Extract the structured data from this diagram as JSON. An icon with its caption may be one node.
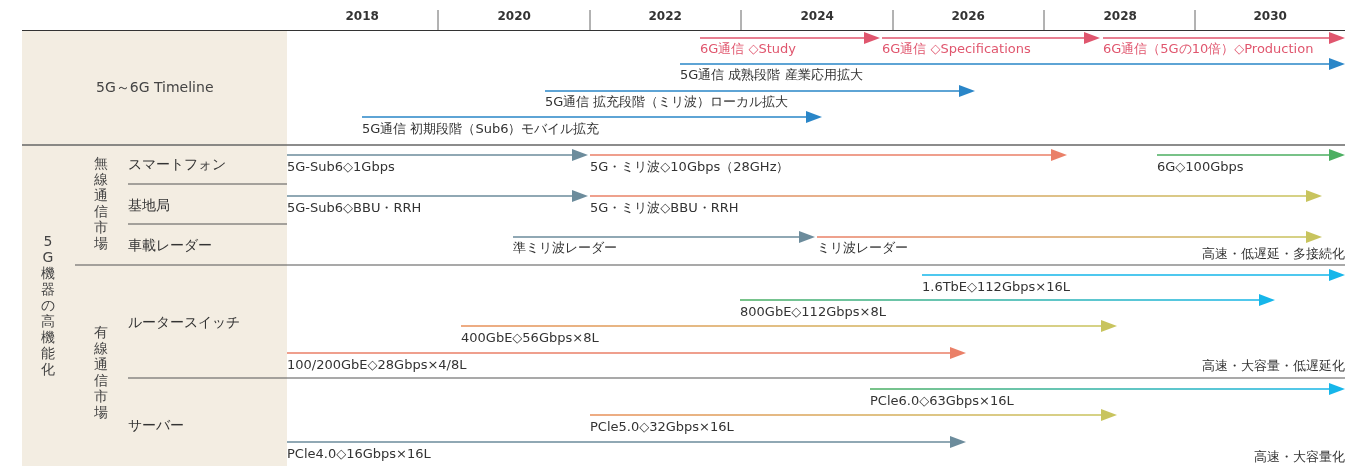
{
  "diagram": {
    "title": "5G～6G Timeline",
    "labels": [
      "2018",
      "2020",
      "2022",
      "2024",
      "2026",
      "2028",
      "2030",
      "6G通信 ◇Study",
      "6G通信 ◇Specifications",
      "6G通信（5Gの10倍）◇Production",
      "5G通信 成熟段階 産業応用拡大",
      "5G通信 拡充段階（ミリ波）ローカル拡大",
      "5G通信 初期段階（Sub6）モバイル拡充",
      "5G機器の高機能化",
      "無線通信市場",
      "スマートフォン",
      "5G-Sub6◇1Gbps",
      "5G・ミリ波◇10Gbps（28GHz）",
      "6G◇100Gbps",
      "基地局",
      "5G-Sub6◇BBU・RRH",
      "5G・ミリ波◇BBU・RRH",
      "車載レーダー",
      "準ミリ波レーダー",
      "ミリ波レーダー",
      "高速・低遅延・多接続化",
      "有線通信市場",
      "ルータースイッチ",
      "1.6TbE◇112Gbps×16L",
      "800GbE◇112Gbps×8L",
      "400GbE◇56Gbps×8L",
      "100/200GbE◇28Gbps×4/8L",
      "高速・大容量・低遅延化",
      "サーバー",
      "PCle6.0◇63Gbps×16L",
      "PCle5.0◇32Gbps×16L",
      "PCle4.0◇16Gbps×16L",
      "高速・大容量化"
    ]
  }
}
